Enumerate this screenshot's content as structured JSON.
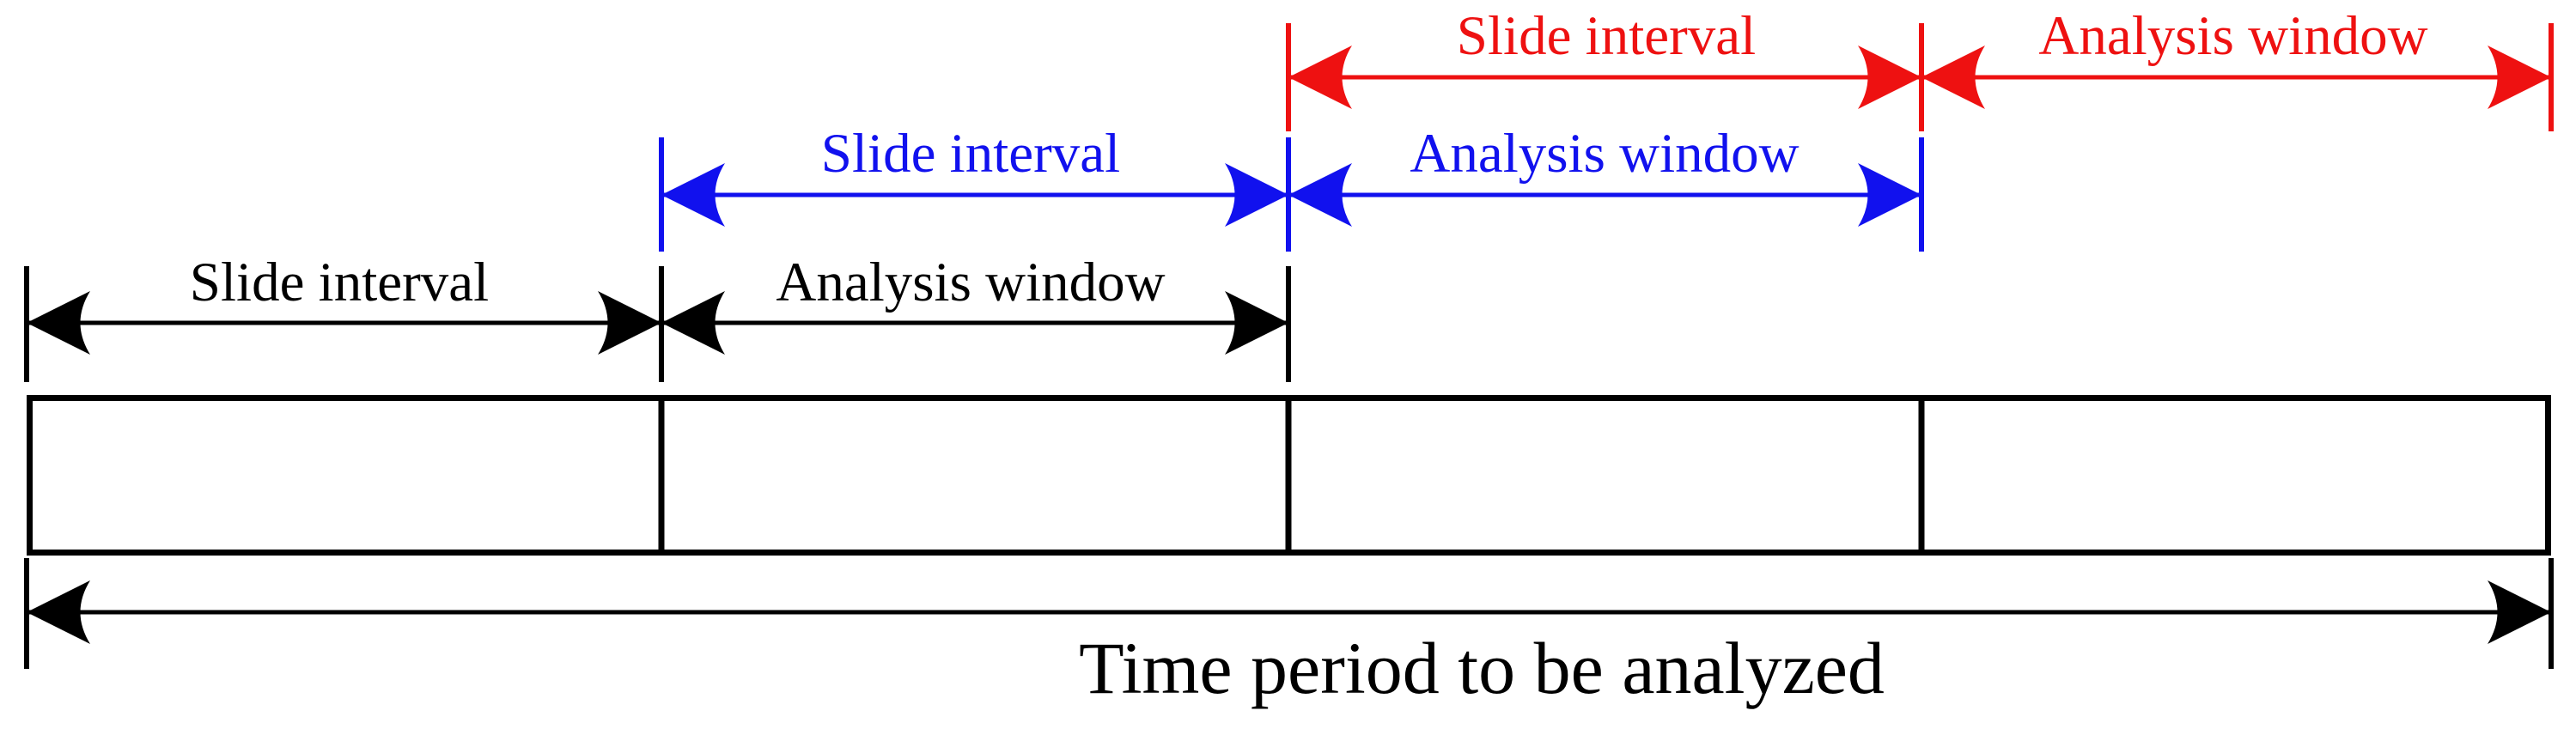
{
  "arrow_rows": [
    {
      "name": "first-window-row",
      "color": "#000000",
      "segments": [
        {
          "label": "Slide interval"
        },
        {
          "label": "Analysis window"
        }
      ]
    },
    {
      "name": "second-window-row",
      "color": "#1111ee",
      "segments": [
        {
          "label": "Slide interval"
        },
        {
          "label": "Analysis window"
        }
      ]
    },
    {
      "name": "third-window-row",
      "color": "#ee1111",
      "segments": [
        {
          "label": "Slide interval"
        },
        {
          "label": "Analysis window"
        }
      ]
    }
  ],
  "timeline": {
    "label": "Time period to be analyzed",
    "segment_count": 4
  },
  "colors": {
    "black": "#000000",
    "blue": "#1111ee",
    "red": "#ee1111",
    "background": "#ffffff"
  }
}
